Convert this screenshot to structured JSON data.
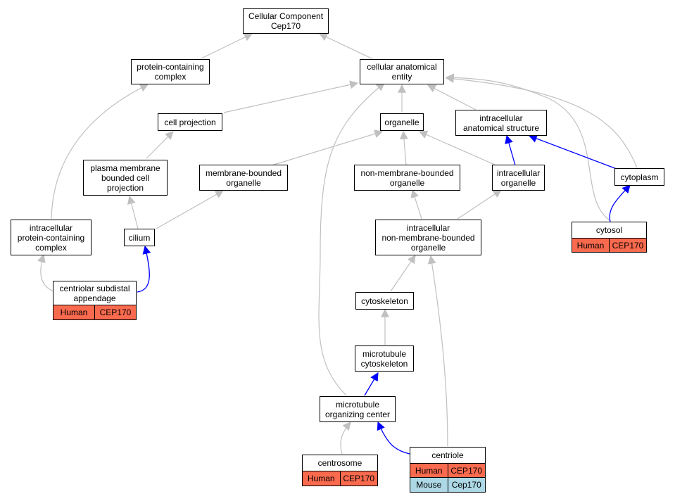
{
  "nodes": {
    "root": {
      "line1": "Cellular Component",
      "line2": "Cep170"
    },
    "protein_containing_complex": {
      "line1": "protein-containing",
      "line2": "complex"
    },
    "cellular_anatomical_entity": {
      "line1": "cellular anatomical",
      "line2": "entity"
    },
    "cell_projection": {
      "line1": "cell projection"
    },
    "organelle": {
      "line1": "organelle"
    },
    "intracellular_anatomical_structure": {
      "line1": "intracellular",
      "line2": "anatomical structure"
    },
    "plasma_membrane_bounded_cell_projection": {
      "line1": "plasma membrane",
      "line2": "bounded cell",
      "line3": "projection"
    },
    "membrane_bounded_organelle": {
      "line1": "membrane-bounded",
      "line2": "organelle"
    },
    "non_membrane_bounded_organelle": {
      "line1": "non-membrane-bounded",
      "line2": "organelle"
    },
    "intracellular_organelle": {
      "line1": "intracellular",
      "line2": "organelle"
    },
    "cytoplasm": {
      "line1": "cytoplasm"
    },
    "intracellular_protein_containing_complex": {
      "line1": "intracellular",
      "line2": "protein-containing",
      "line3": "complex"
    },
    "cilium": {
      "line1": "cilium"
    },
    "intracellular_non_membrane_bounded_organelle": {
      "line1": "intracellular",
      "line2": "non-membrane-bounded",
      "line3": "organelle"
    },
    "cytosol": {
      "line1": "cytosol"
    },
    "centriolar_subdistal_appendage": {
      "line1": "centriolar subdistal",
      "line2": "appendage"
    },
    "cytoskeleton": {
      "line1": "cytoskeleton"
    },
    "microtubule_cytoskeleton": {
      "line1": "microtubule",
      "line2": "cytoskeleton"
    },
    "microtubule_organizing_center": {
      "line1": "microtubule",
      "line2": "organizing center"
    },
    "centrosome": {
      "line1": "centrosome"
    },
    "centriole": {
      "line1": "centriole"
    }
  },
  "annotations": {
    "cytosol": [
      {
        "species": "Human",
        "gene": "CEP170"
      }
    ],
    "centriolar_subdistal_appendage": [
      {
        "species": "Human",
        "gene": "CEP170"
      }
    ],
    "centrosome": [
      {
        "species": "Human",
        "gene": "CEP170"
      }
    ],
    "centriole": [
      {
        "species": "Human",
        "gene": "CEP170"
      },
      {
        "species": "Mouse",
        "gene": "Cep170"
      }
    ]
  },
  "colors": {
    "is_a_edge": "#c0c0c0",
    "part_of_edge": "#0000ff",
    "human": "#fa6a4e",
    "mouse": "#add8e6"
  }
}
